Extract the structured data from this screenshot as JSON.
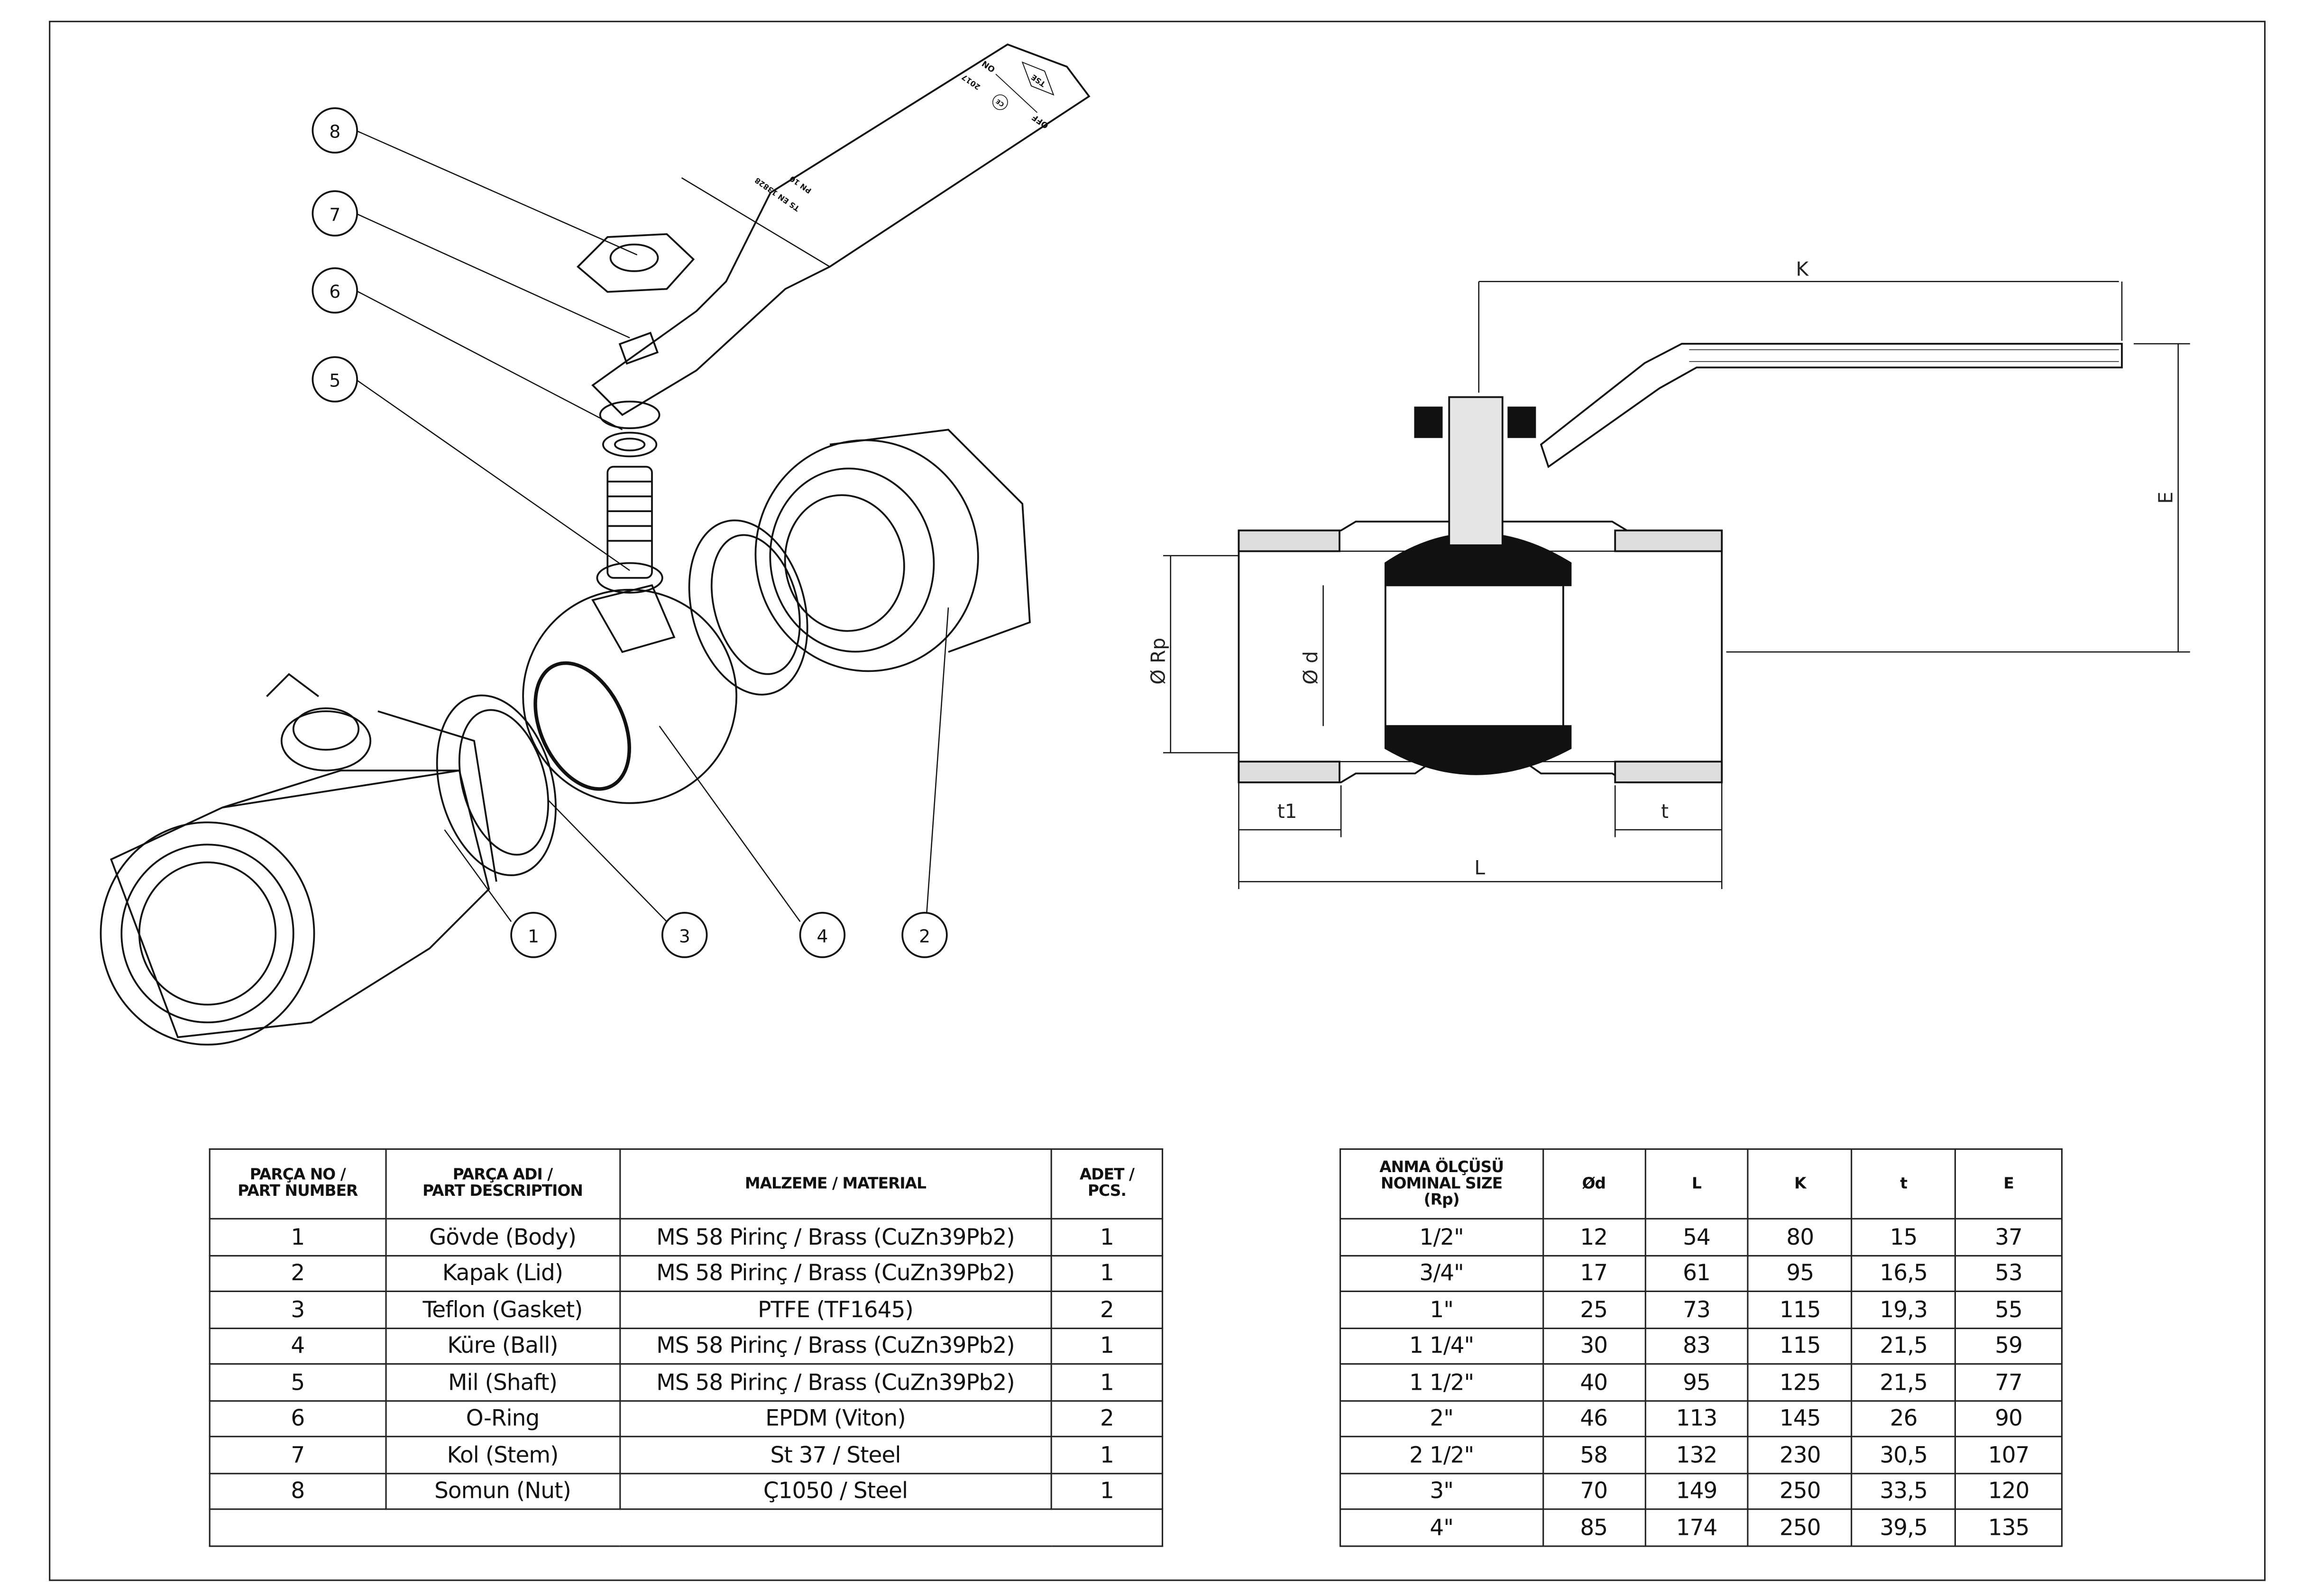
{
  "callouts": [
    "1",
    "2",
    "3",
    "4",
    "5",
    "6",
    "7",
    "8"
  ],
  "handle_markings": {
    "standard": "TS EN 13828",
    "pressure": "PN 10",
    "year": "2017",
    "on": "ON",
    "off": "OFF",
    "ce": "CE",
    "tse": "TSE"
  },
  "dimension_labels": {
    "K": "K",
    "E": "E",
    "Rp": "Ø Rp",
    "d": "Ø d",
    "t1": "t1",
    "t": "t",
    "L": "L"
  },
  "parts_table": {
    "headers": [
      "PARÇA NO / PART NUMBER",
      "PARÇA ADI / PART DESCRIPTION",
      "MALZEME / MATERIAL",
      "ADET / PCS."
    ],
    "header_lines": [
      [
        "PARÇA NO /",
        "PART NUMBER"
      ],
      [
        "PARÇA ADI /",
        "PART DESCRIPTION"
      ],
      [
        "MALZEME / MATERIAL"
      ],
      [
        "ADET /",
        "PCS."
      ]
    ],
    "rows": [
      [
        "1",
        "Gövde (Body)",
        "MS 58 Pirinç / Brass (CuZn39Pb2)",
        "1"
      ],
      [
        "2",
        "Kapak (Lid)",
        "MS 58 Pirinç / Brass (CuZn39Pb2)",
        "1"
      ],
      [
        "3",
        "Teflon (Gasket)",
        "PTFE (TF1645)",
        "2"
      ],
      [
        "4",
        "Küre (Ball)",
        "MS 58 Pirinç / Brass (CuZn39Pb2)",
        "1"
      ],
      [
        "5",
        "Mil (Shaft)",
        "MS 58 Pirinç / Brass (CuZn39Pb2)",
        "1"
      ],
      [
        "6",
        "O-Ring",
        "EPDM (Viton)",
        "2"
      ],
      [
        "7",
        "Kol (Stem)",
        "St 37 / Steel",
        "1"
      ],
      [
        "8",
        "Somun (Nut)",
        "Ç1050 / Steel",
        "1"
      ]
    ]
  },
  "dimension_table": {
    "header_lines": [
      [
        "ANMA ÖLÇÜSÜ",
        "NOMINAL SIZE",
        "(Rp)"
      ],
      [
        "Ød"
      ],
      [
        "L"
      ],
      [
        "K"
      ],
      [
        "t"
      ],
      [
        "E"
      ]
    ],
    "rows": [
      [
        "1/2\"",
        "12",
        "54",
        "80",
        "15",
        "37"
      ],
      [
        "3/4\"",
        "17",
        "61",
        "95",
        "16,5",
        "53"
      ],
      [
        "1\"",
        "25",
        "73",
        "115",
        "19,3",
        "55"
      ],
      [
        "1 1/4\"",
        "30",
        "83",
        "115",
        "21,5",
        "59"
      ],
      [
        "1 1/2\"",
        "40",
        "95",
        "125",
        "21,5",
        "77"
      ],
      [
        "2\"",
        "46",
        "113",
        "145",
        "26",
        "90"
      ],
      [
        "2 1/2\"",
        "58",
        "132",
        "230",
        "30,5",
        "107"
      ],
      [
        "3\"",
        "70",
        "149",
        "250",
        "33,5",
        "120"
      ],
      [
        "4\"",
        "85",
        "174",
        "250",
        "39,5",
        "135"
      ]
    ]
  }
}
